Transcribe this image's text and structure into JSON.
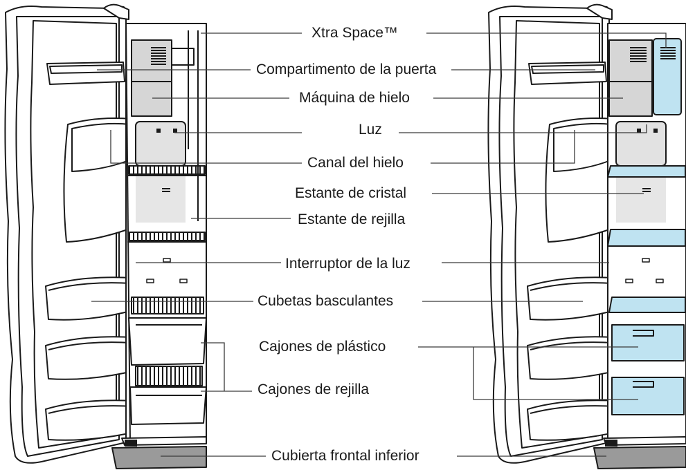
{
  "colors": {
    "outline": "#1a1a1a",
    "door_gray": "#9a9a9a",
    "light_gray": "#d6d6d6",
    "glass_blue": "#bfe3f1",
    "leader": "#3a3a3a"
  },
  "labels": [
    {
      "id": "xtra-space",
      "text": "Xtra Space™"
    },
    {
      "id": "door-compartment",
      "text": "Compartimento de la puerta"
    },
    {
      "id": "ice-maker",
      "text": "Máquina de hielo"
    },
    {
      "id": "light",
      "text": "Luz"
    },
    {
      "id": "ice-chute",
      "text": "Canal del hielo"
    },
    {
      "id": "glass-shelf",
      "text": "Estante de cristal"
    },
    {
      "id": "wire-shelf",
      "text": "Estante de rejilla"
    },
    {
      "id": "light-switch",
      "text": "Interruptor de la luz"
    },
    {
      "id": "tilt-bins",
      "text": "Cubetas basculantes"
    },
    {
      "id": "plastic-drawers",
      "text": "Cajones de plástico"
    },
    {
      "id": "wire-drawers",
      "text": "Cajones de rejilla"
    },
    {
      "id": "lower-front-cover",
      "text": "Cubierta frontal inferior"
    }
  ]
}
